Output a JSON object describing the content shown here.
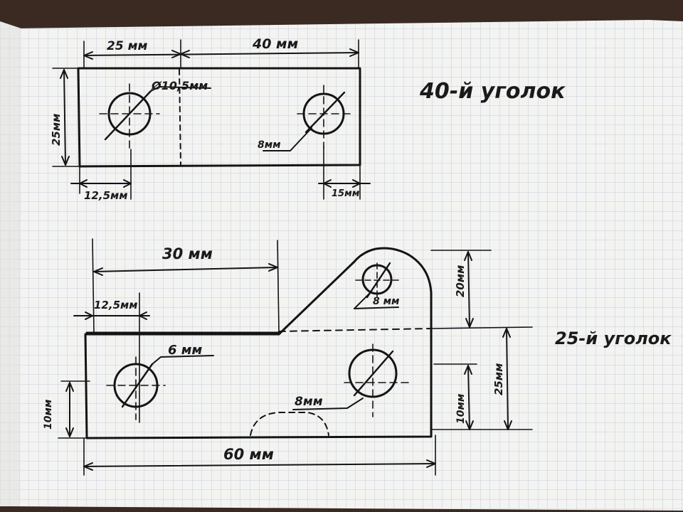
{
  "colors": {
    "paper": "#f3f3f1",
    "grid": "#b9c4d6",
    "ink": "#141414",
    "table": "#3a2a22"
  },
  "part1": {
    "title": "40-й уголок",
    "dims": {
      "top_left": "25 мм",
      "top_right": "40 мм",
      "left_height": "25мм",
      "hole_diameter": "Ø10,5мм",
      "hole_offset": "8мм",
      "bottom_left": "12,5мм",
      "bottom_right": "15мм"
    }
  },
  "part2": {
    "title": "25-й уголок",
    "dims": {
      "top_width": "30 мм",
      "left_offset": "12,5мм",
      "top_hole": "8 мм",
      "left_hole": "6 мм",
      "right_top_height": "20мм",
      "right_height": "25мм",
      "right_hole_height": "10мм",
      "left_height": "10мм",
      "bottom_hole": "8мм",
      "bottom_width": "60 мм"
    }
  }
}
